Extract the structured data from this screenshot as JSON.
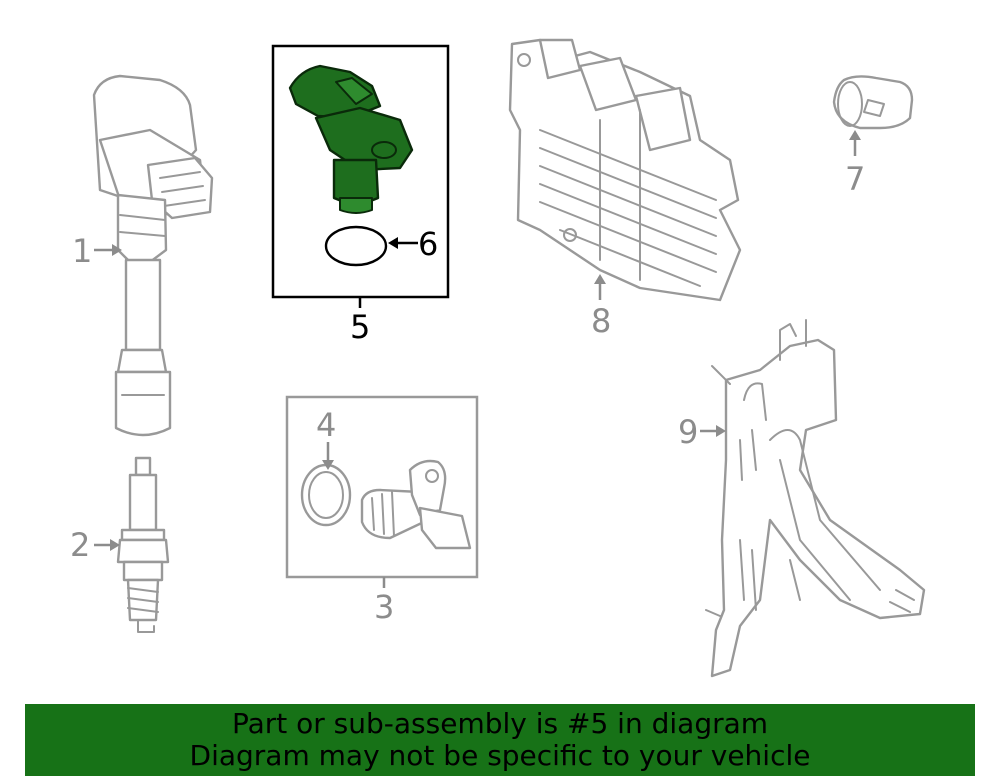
{
  "callouts": {
    "c1": "1",
    "c2": "2",
    "c3": "3",
    "c4": "4",
    "c5": "5",
    "c6": "6",
    "c7": "7",
    "c8": "8",
    "c9": "9"
  },
  "highlighted_part": "5",
  "colors": {
    "highlight": "#1e6e1e",
    "banner": "#177217",
    "line_art": "#999999"
  },
  "banner": {
    "line1": "Part or sub-assembly is #5 in diagram",
    "line2": "Diagram may not be specific to your vehicle"
  }
}
